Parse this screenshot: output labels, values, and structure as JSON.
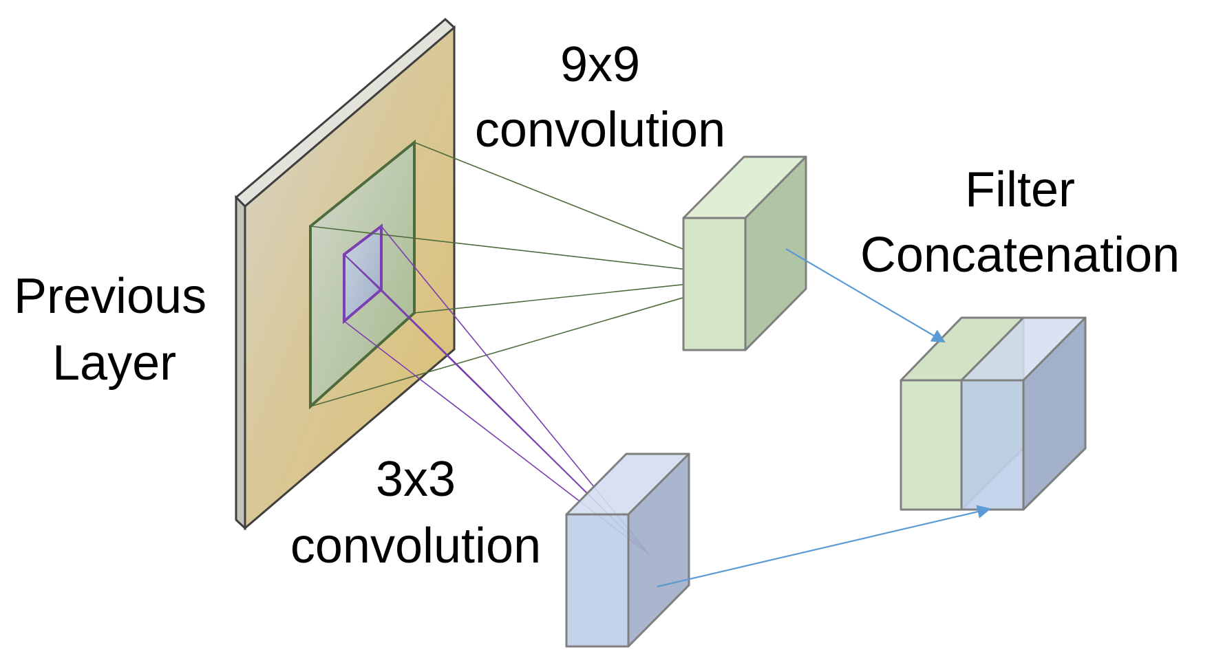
{
  "labels": {
    "previous_layer_line1": "Previous",
    "previous_layer_line2": "Layer",
    "conv9_line1": "9x9",
    "conv9_line2": "convolution",
    "conv3_line1": "3x3",
    "conv3_line2": "convolution",
    "concat_line1": "Filter",
    "concat_line2": "Concatenation"
  },
  "colors": {
    "layer_gold": "#d9bd6c",
    "layer_gray": "#cfcfc9",
    "field9_green": "#b5c9a6",
    "field9_border": "#4d6b3c",
    "field3_purple": "#7a3fb0",
    "block_green_front": "#d5e5c7",
    "block_green_side": "#b0c5a4",
    "block_blue_front": "#bfcfe8",
    "block_blue_side": "#a2b0c9",
    "arrow_blue": "#5b9bd5",
    "green_line": "#4d6b3c",
    "purple_line": "#7a3fb0"
  }
}
